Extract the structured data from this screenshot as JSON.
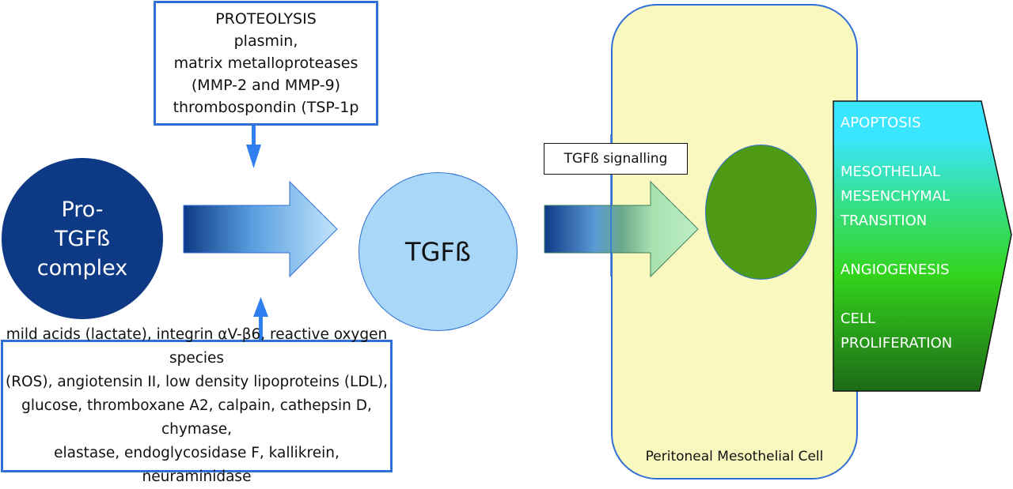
{
  "proteolysis_box": {
    "lines": [
      "PROTEOLYSIS",
      "plasmin,",
      "matrix metalloproteases",
      "(MMP-2 and MMP-9)",
      "thrombospondin (TSP-1p"
    ]
  },
  "activators_box": {
    "lines": [
      "mild acids (lactate), integrin αV-β6, reactive oxygen species",
      "(ROS), angiotensin II, low density lipoproteins (LDL),",
      "glucose, thromboxane A2, calpain, cathepsin D, chymase,",
      "elastase, endoglycosidase F, kallikrein, neuraminidase"
    ]
  },
  "pro_tgf_node": {
    "lines": [
      "Pro-",
      "TGFß",
      "complex"
    ]
  },
  "tgf_node": {
    "label": "TGFß"
  },
  "signal_label": "TGFß signalling",
  "cell": {
    "label": "Peritoneal Mesothelial Cell"
  },
  "outcomes": [
    "APOPTOSIS",
    "MESOTHELIAL MESENCHYMAL TRANSITION",
    "ANGIOGENESIS",
    "CELL PROLIFERATION"
  ],
  "outcome_lines": {
    "apoptosis": "APOPTOSIS",
    "emt_1": "MESOTHELIAL",
    "emt_2": "MESENCHYMAL",
    "emt_3": "TRANSITION",
    "angio": "ANGIOGENESIS",
    "prolif_1": "CELL",
    "prolif_2": "PROLIFERATION"
  },
  "colors": {
    "dark_blue": "#0e3a85",
    "light_blue": "#a8d7f7",
    "box_border": "#2f6fd6",
    "cell_fill": "#f8f8bf",
    "nucleus": "#4e9a12",
    "outcome_top": "#3ae6ff",
    "outcome_mid": "#35d620",
    "outcome_bottom": "#1e6a18"
  }
}
